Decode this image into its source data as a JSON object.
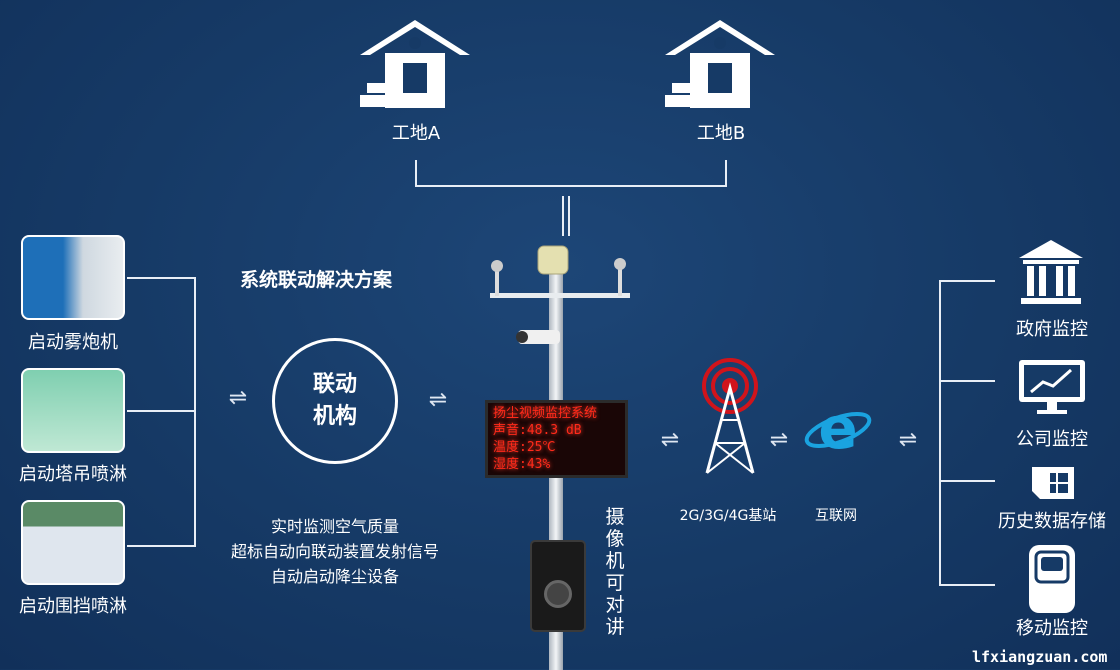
{
  "sites": [
    {
      "label": "工地A"
    },
    {
      "label": "工地B"
    }
  ],
  "title": "系统联动解决方案",
  "left_devices": [
    {
      "label": "启动雾炮机"
    },
    {
      "label": "启动塔吊喷淋"
    },
    {
      "label": "启动围挡喷淋"
    }
  ],
  "linkage": {
    "line1": "联动",
    "line2": "机构"
  },
  "description": [
    "实时监测空气质量",
    "超标自动向联动装置发射信号",
    "自动启动降尘设备"
  ],
  "led_display": {
    "title": "扬尘视频监控系统",
    "lines": [
      "声音:48.3 dB",
      "温度:25℃",
      "湿度:43%"
    ]
  },
  "camera_label": "摄像机可对讲",
  "network": {
    "station": "2G/3G/4G基站",
    "internet": "互联网"
  },
  "right_items": [
    {
      "label": "政府监控",
      "icon": "government-building-icon"
    },
    {
      "label": "公司监控",
      "icon": "monitor-chart-icon"
    },
    {
      "label": "历史数据存储",
      "icon": "sim-card-icon"
    },
    {
      "label": "移动监控",
      "icon": "mobile-phone-icon"
    }
  ],
  "watermark": "lfxiangzuan.com",
  "arrow_glyph": "⇌",
  "colors": {
    "background": "#163a66",
    "led_text": "#ff2a1a",
    "ie_blue": "#1aa3e0",
    "tower_red": "#d0141b"
  }
}
